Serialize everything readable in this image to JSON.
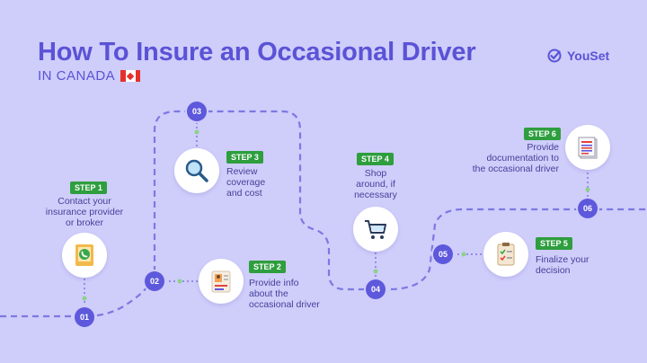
{
  "title": "How To Insure an Occasional Driver",
  "subtitle": "IN CANADA",
  "brand": "YouSet",
  "colors": {
    "background": "#cfcdfa",
    "accent": "#5e58dc",
    "badge": "#2e9e3e"
  },
  "steps": [
    {
      "node": "01",
      "badge": "STEP 1",
      "text": "Contact your\ninsurance provider\nor broker",
      "icon": "phone-call-icon"
    },
    {
      "node": "02",
      "badge": "STEP 2",
      "text": "Provide info\nabout the\noccasional driver",
      "icon": "id-card-icon"
    },
    {
      "node": "03",
      "badge": "STEP 3",
      "text": "Review\ncoverage\nand cost",
      "icon": "magnifier-icon"
    },
    {
      "node": "04",
      "badge": "STEP 4",
      "text": "Shop\naround, if\nnecessary",
      "icon": "shopping-cart-icon"
    },
    {
      "node": "05",
      "badge": "STEP 5",
      "text": "Finalize your\ndecision",
      "icon": "checklist-icon"
    },
    {
      "node": "06",
      "badge": "STEP 6",
      "text": "Provide\ndocumentation to\nthe occasional driver",
      "icon": "documents-icon"
    }
  ]
}
